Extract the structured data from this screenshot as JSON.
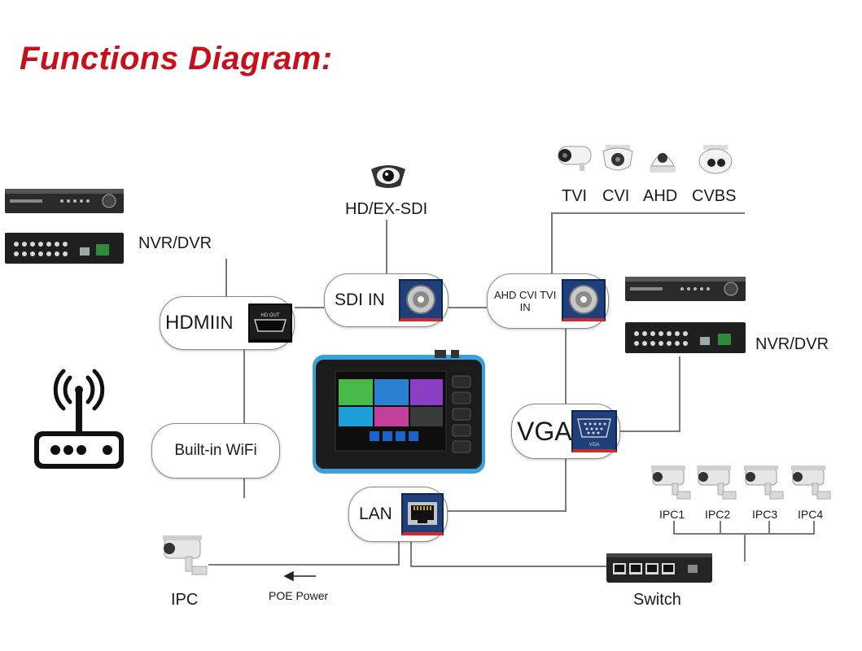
{
  "title": "Functions Diagram:",
  "labels": {
    "nvr_dvr_left": "NVR/DVR",
    "nvr_dvr_right": "NVR/DVR",
    "hd_ex_sdi": "HD/EX-SDI",
    "tvi": "TVI",
    "cvi": "CVI",
    "ahd": "AHD",
    "cvbs": "CVBS",
    "ipc": "IPC",
    "poe_power": "POE Power",
    "switch": "Switch",
    "ipc1": "IPC1",
    "ipc2": "IPC2",
    "ipc3": "IPC3",
    "ipc4": "IPC4"
  },
  "ports": {
    "hdmi_prefix": "HDMI",
    "hdmi_suffix": "IN",
    "hdmi_connector_text": "HD OUT",
    "sdi": "SDI IN",
    "ahd_cvi_tvi_line1": "AHD CVI TVI",
    "ahd_cvi_tvi_line2": "IN",
    "vga": "VGA",
    "vga_connector_text": "VGA",
    "wifi": "Built-in WiFi",
    "lan": "LAN"
  },
  "colors": {
    "title": "#c8101a",
    "accent_red": "#d0101c",
    "port_blue": "#1e3f7a",
    "wire": "#7a7a7a"
  }
}
